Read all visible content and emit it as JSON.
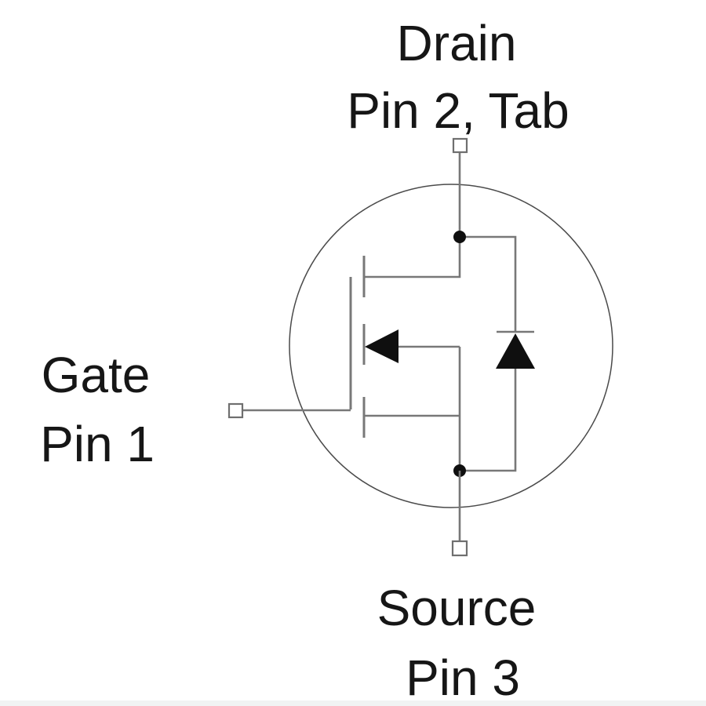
{
  "labels": {
    "drain": {
      "name": "Drain",
      "pin": "Pin 2, Tab"
    },
    "gate": {
      "name": "Gate",
      "pin": "Pin 1"
    },
    "source": {
      "name": "Source",
      "pin": "Pin 3"
    }
  },
  "colors": {
    "background": "#ffffff",
    "wire": "#787878",
    "terminal_square": "#6f6f6f",
    "transistor_circle": "#4a4a4a",
    "symbol_fill": "#0f0f0f",
    "text": "#161616",
    "bottom_strip": "#f1f3f3"
  }
}
